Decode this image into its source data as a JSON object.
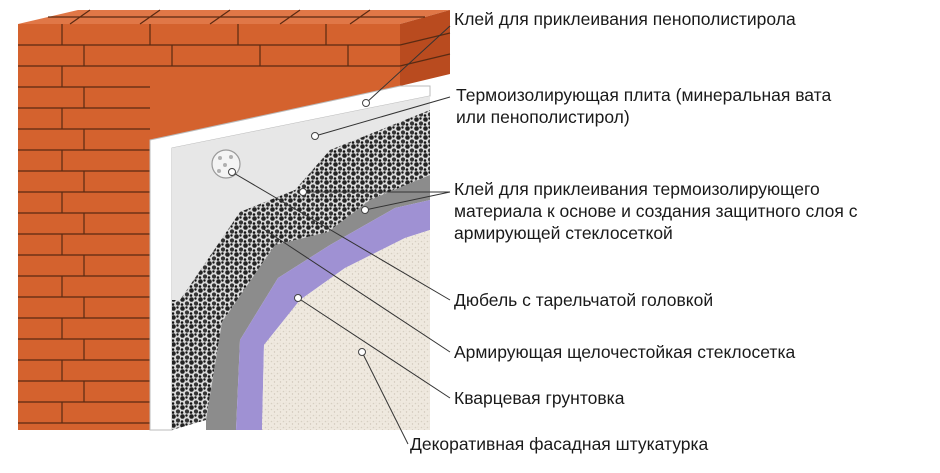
{
  "colors": {
    "brick": "#d4622e",
    "brick_top": "#e07747",
    "brick_side": "#b94b1f",
    "mortar": "#5a2a12",
    "insulation": "#e7e7e7",
    "adhesive": "#8c8c8c",
    "mesh": "#2b2b2b",
    "primer": "#9f91d3",
    "plaster": "#efe9df"
  },
  "labels": [
    {
      "id": "adhesive-eps",
      "lines": [
        "Клей для приклеивания пенополистирола"
      ]
    },
    {
      "id": "insulation-board",
      "lines": [
        "Термоизолирующая плита (минеральная вата",
        "или пенополистирол)"
      ]
    },
    {
      "id": "adhesive-mesh-layer",
      "lines": [
        "Клей для приклеивания термоизолирующего",
        "материала к основе и создания защитного слоя с",
        "армирующей стеклосеткой"
      ]
    },
    {
      "id": "dowel",
      "lines": [
        "Дюбель с тарельчатой головкой"
      ]
    },
    {
      "id": "mesh",
      "lines": [
        "Армирующая щелочестойкая стеклосетка"
      ]
    },
    {
      "id": "primer",
      "lines": [
        "Кварцевая грунтовка"
      ]
    },
    {
      "id": "plaster",
      "lines": [
        "Декоративная фасадная штукатурка"
      ]
    }
  ]
}
